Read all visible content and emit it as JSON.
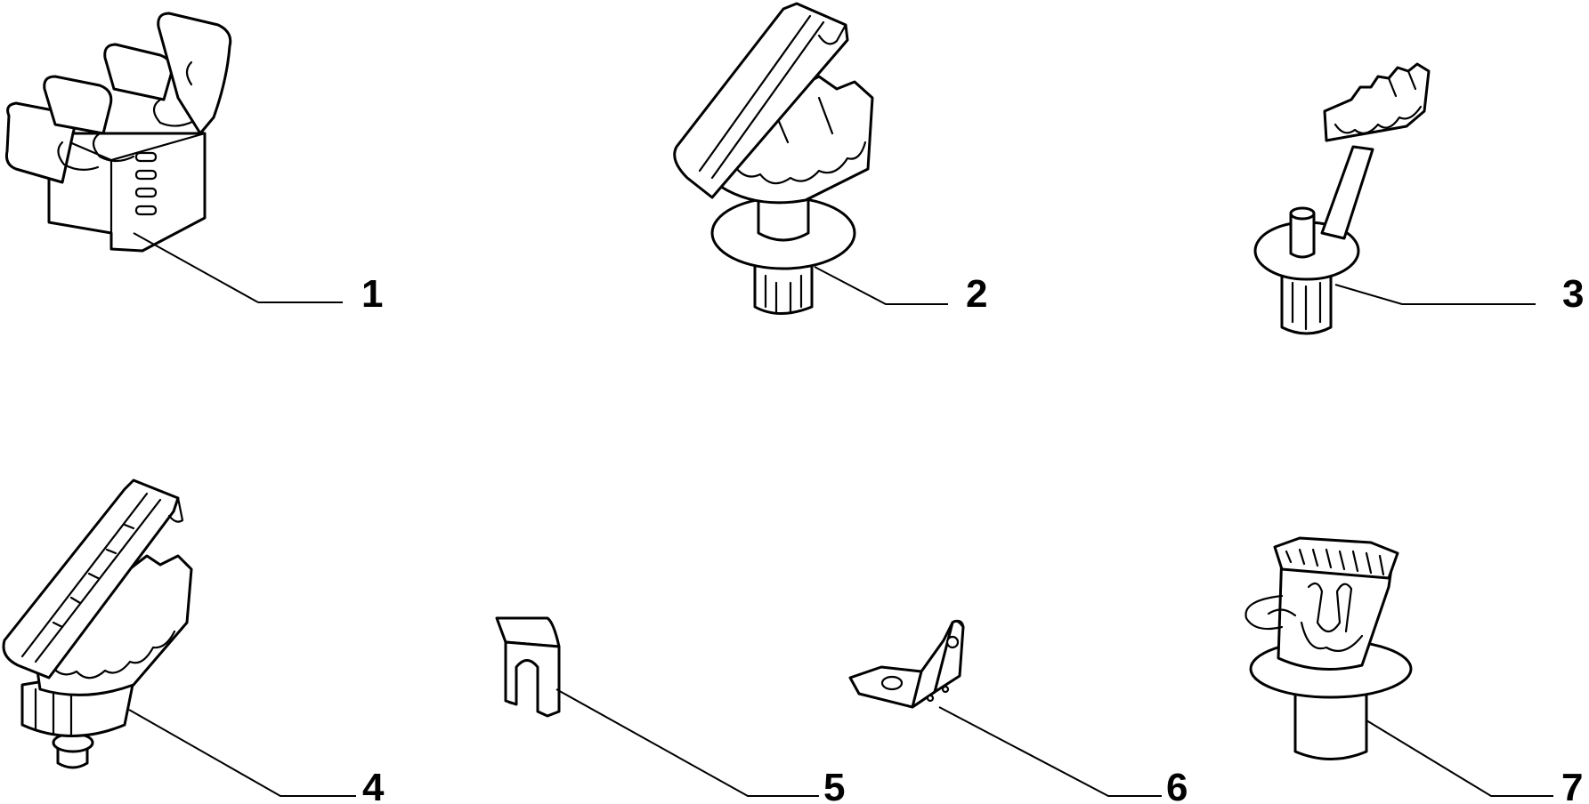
{
  "diagram": {
    "parts": [
      {
        "number": "1",
        "name": "double-pipe-clip"
      },
      {
        "number": "2",
        "name": "hinged-clip-with-push-pin"
      },
      {
        "number": "3",
        "name": "angled-comb-clip-with-push-pin"
      },
      {
        "number": "4",
        "name": "hinged-comb-clip-with-stud"
      },
      {
        "number": "5",
        "name": "forked-plate-clip"
      },
      {
        "number": "6",
        "name": "angle-bracket"
      },
      {
        "number": "7",
        "name": "spring-clip-with-push-pin"
      }
    ]
  },
  "colors": {
    "line": "#000000",
    "background": "#ffffff"
  }
}
